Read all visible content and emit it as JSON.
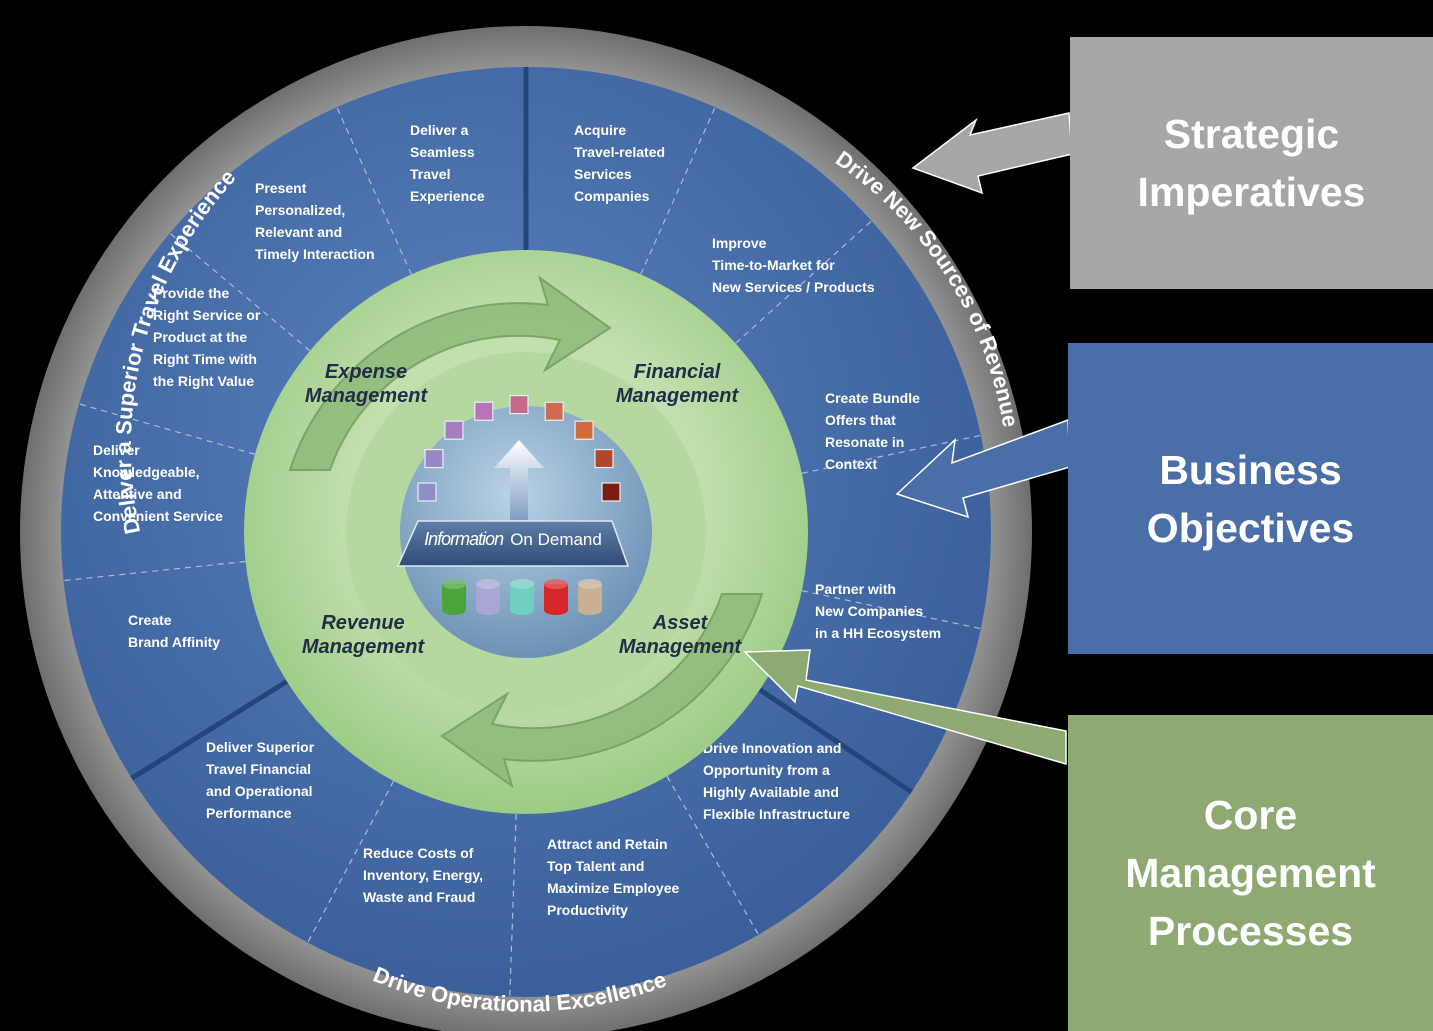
{
  "strategic_imperatives": [
    "Deliver a Superior Travel Experience",
    "Drive New Sources of Revenue",
    "Drive Operational Excellence"
  ],
  "business_objectives": [
    [
      "Deliver a",
      "Seamless",
      "Travel",
      "Experience"
    ],
    [
      "Acquire",
      "Travel-related",
      "Services",
      "Companies"
    ],
    [
      "Improve",
      "Time-to-Market for",
      "New Services / Products"
    ],
    [
      "Create Bundle",
      "Offers that",
      "Resonate in",
      "Context"
    ],
    [
      "Partner with",
      "New Companies",
      "in a HH Ecosystem"
    ],
    [
      "Drive Innovation and",
      "Opportunity from a",
      "Highly Available and",
      "Flexible Infrastructure"
    ],
    [
      "Attract and Retain",
      "Top Talent and",
      "Maximize Employee",
      "Productivity"
    ],
    [
      "Reduce Costs of",
      "Inventory, Energy,",
      "Waste and Fraud"
    ],
    [
      "Deliver Superior",
      "Travel Financial",
      "and Operational",
      "Performance"
    ],
    [
      "Create",
      "Brand Affinity"
    ],
    [
      "Deliver",
      "Knowledgeable,",
      "Attentive and",
      "Convenient Service"
    ],
    [
      "Provide the",
      "Right Service or",
      "Product at the",
      "Right Time with",
      "the Right Value"
    ],
    [
      "Present",
      "Personalized,",
      "Relevant and",
      "Timely Interaction"
    ]
  ],
  "core_processes": [
    [
      "Expense",
      "Management"
    ],
    [
      "Financial",
      "Management"
    ],
    [
      "Revenue",
      "Management"
    ],
    [
      "Asset",
      "Management"
    ]
  ],
  "center": {
    "label_part1": "Information",
    "label_part2": "On Demand",
    "square_colors": [
      "#8f8fc8",
      "#9a86c4",
      "#a57ec0",
      "#b874b8",
      "#c46a8a",
      "#cf6a54",
      "#d46a3c",
      "#b2462d",
      "#7a1e14"
    ],
    "cylinder_colors": [
      "#4aa43a",
      "#a9a6d4",
      "#6fcfc1",
      "#d6262c",
      "#c9b092"
    ]
  },
  "legend": {
    "strategic": "Strategic\nImperatives",
    "business": "Business\nObjectives",
    "core": "Core\nManagement\nProcesses"
  },
  "colors": {
    "outer_ring": "#8a8a8a",
    "objectives_ring": "#3f66a3",
    "process_ring": "#a6cf90",
    "strategic_box": "#a6a6a6",
    "business_box": "#4a6ea7",
    "core_box": "#8eaa72"
  }
}
